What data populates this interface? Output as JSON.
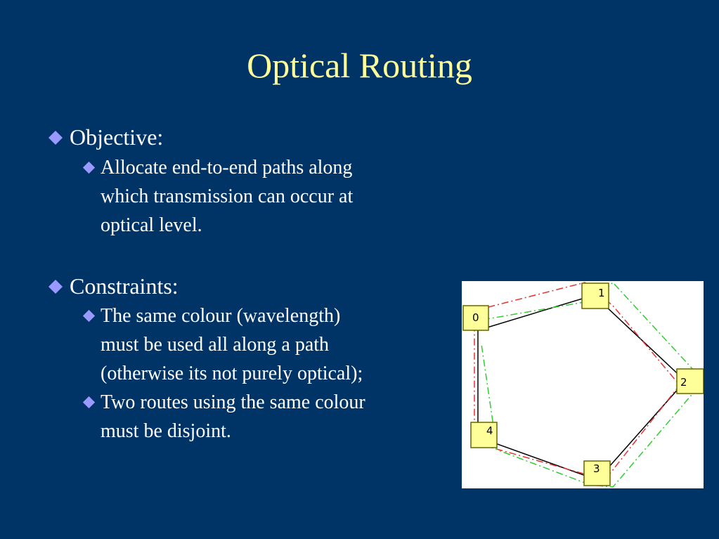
{
  "slide": {
    "title": "Optical Routing",
    "sections": [
      {
        "heading": "Objective:",
        "items": [
          [
            "Allocate end-to-end paths along",
            "which transmission can occur at",
            "optical level."
          ]
        ]
      },
      {
        "heading": "Constraints:",
        "items": [
          [
            "The same colour (wavelength)",
            "must be used all along a path",
            "(otherwise its not purely optical);"
          ],
          [
            "Two routes using the same colour",
            "must be disjoint."
          ]
        ]
      }
    ]
  },
  "figure": {
    "nodes": [
      "0",
      "1",
      "2",
      "3",
      "4"
    ],
    "colors": {
      "background": "#003366",
      "title": "#ffff99",
      "bullet": "#9999ff",
      "node_fill": "#ffff99",
      "node_border": "#666600",
      "path_black": "#000000",
      "path_red": "#e33333",
      "path_green": "#33cc33"
    }
  }
}
